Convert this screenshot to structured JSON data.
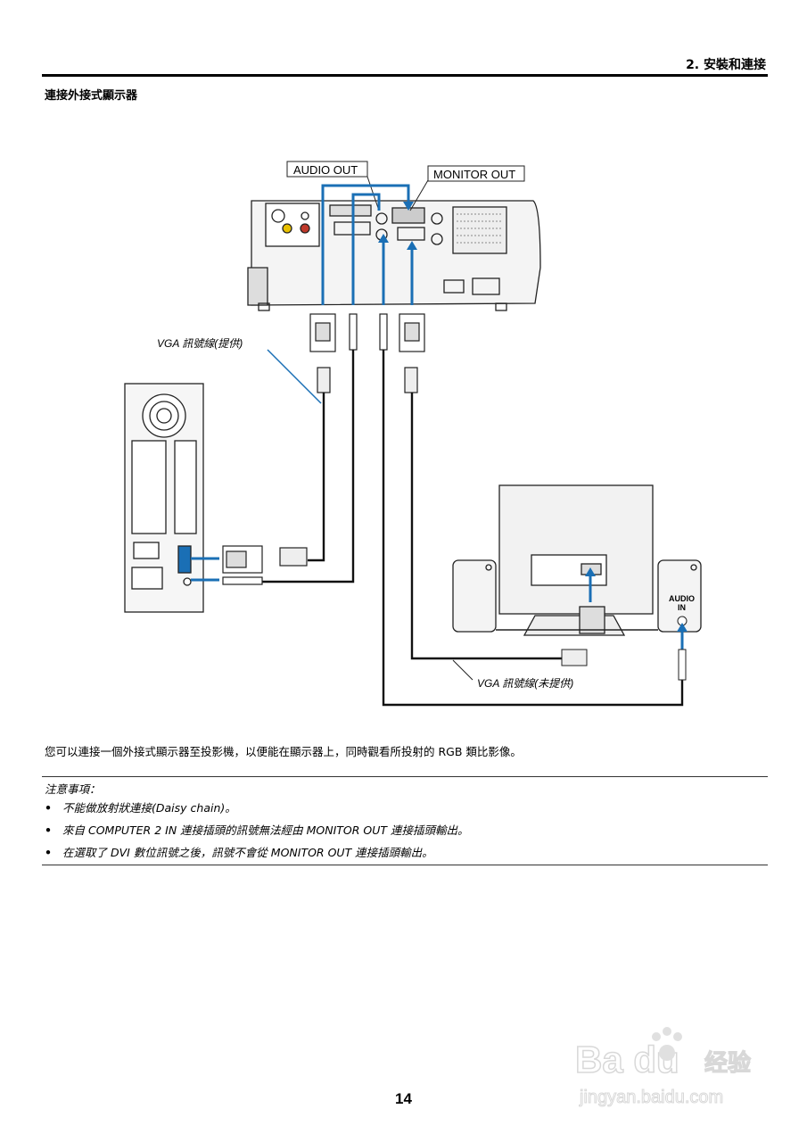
{
  "header": {
    "chapter": "2. 安裝和連接"
  },
  "section_title": "連接外接式顯示器",
  "diagram": {
    "audio_out_label": "AUDIO OUT",
    "monitor_out_label": "MONITOR OUT",
    "vga_cable_supplied": "VGA 訊號線(提供)",
    "vga_cable_not_supplied": "VGA 訊號線(未提供)",
    "audio_in_line1": "AUDIO",
    "audio_in_line2": "IN"
  },
  "intro_text": "您可以連接一個外接式顯示器至投影機，以便能在顯示器上，同時觀看所投射的 RGB 類比影像。",
  "notes": {
    "title": "注意事項：",
    "bullet": "•",
    "items": [
      "不能做放射狀連接(Daisy chain)。",
      "來自 COMPUTER 2 IN 連接插頭的訊號無法經由 MONITOR OUT 連接插頭輸出。",
      "在選取了 DVI 數位訊號之後，訊號不會從 MONITOR OUT 連接插頭輸出。"
    ]
  },
  "page_number": "14",
  "watermark": {
    "brand": "Baidu经验",
    "url": "jingyan.baidu.com"
  },
  "colors": {
    "cable_blue": "#1a6fb5",
    "rule": "#000000"
  }
}
